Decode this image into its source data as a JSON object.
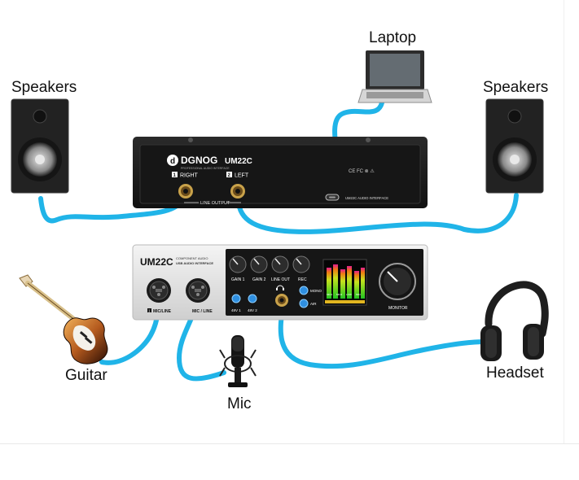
{
  "labels": {
    "laptop": "Laptop",
    "speakers_left": "Speakers",
    "speakers_right": "Speakers",
    "guitar": "Guitar",
    "mic": "Mic",
    "headset": "Headset"
  },
  "rear_panel": {
    "brand": "DGNOG",
    "model": "UM22C",
    "tagline": "PROFESSIONAL AUDIO INTERFACE",
    "right_num": "1",
    "right_label": "RIGHT",
    "left_num": "2",
    "left_label": "LEFT",
    "line_output": "LINE OUTPUT",
    "usb_label": "UM22C AUDIO INTERFACE",
    "cert_marks": "CE FC ⊗ ⚠"
  },
  "front_panel": {
    "model": "UM22C",
    "sub1": "COMPONENT AUDIO",
    "sub2": "USB AUDIO INTERFACE",
    "input1": "MIC/LINE",
    "input1_num": "1",
    "input2": "MIC / LINE",
    "knobs": [
      "GAIN 1",
      "GAIN 2",
      "LINE OUT",
      "REC"
    ],
    "phantom": [
      "48V 1",
      "48V 2"
    ],
    "mono": "MONO",
    "air": "AIR",
    "monitor": "MONITOR",
    "meter_tags": [
      "MIC1",
      "MIC2",
      "LOW",
      "MIN"
    ]
  },
  "colors": {
    "cable": "#20b4e8",
    "device_dark": "#1c1c1c",
    "panel_silver": "#e6e6e6",
    "led_blue": "#2f8fe0"
  }
}
